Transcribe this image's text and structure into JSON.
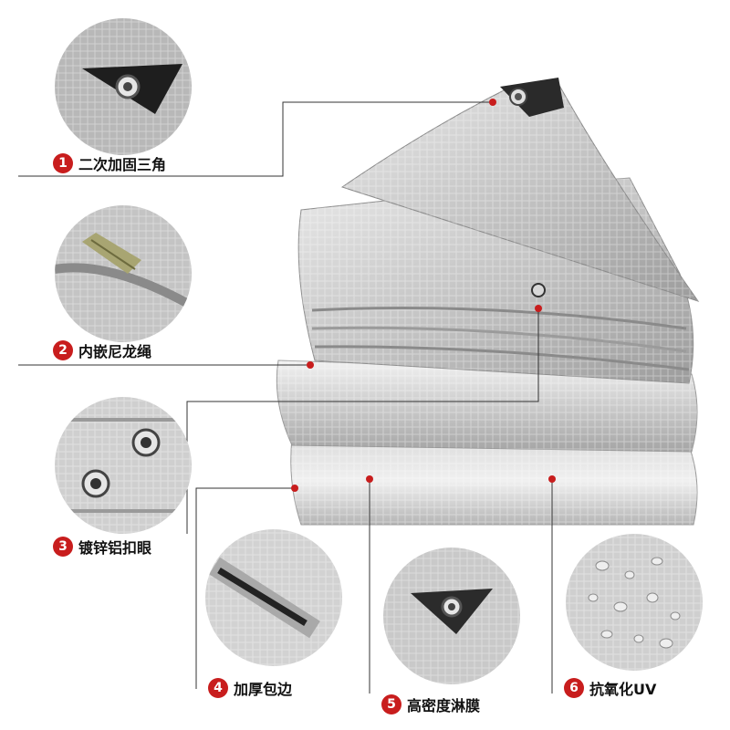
{
  "features": [
    {
      "number": "1",
      "label": "二次加固三角"
    },
    {
      "number": "2",
      "label": "内嵌尼龙绳"
    },
    {
      "number": "3",
      "label": "镀锌铝扣眼"
    },
    {
      "number": "4",
      "label": "加厚包边"
    },
    {
      "number": "5",
      "label": "高密度淋膜"
    },
    {
      "number": "6",
      "label": "抗氧化UV"
    }
  ],
  "colors": {
    "badge": "#c81d1d",
    "callout_line": "#333333",
    "marker_dot": "#c81d1d",
    "tarp_silver": "#c9c9c9"
  }
}
